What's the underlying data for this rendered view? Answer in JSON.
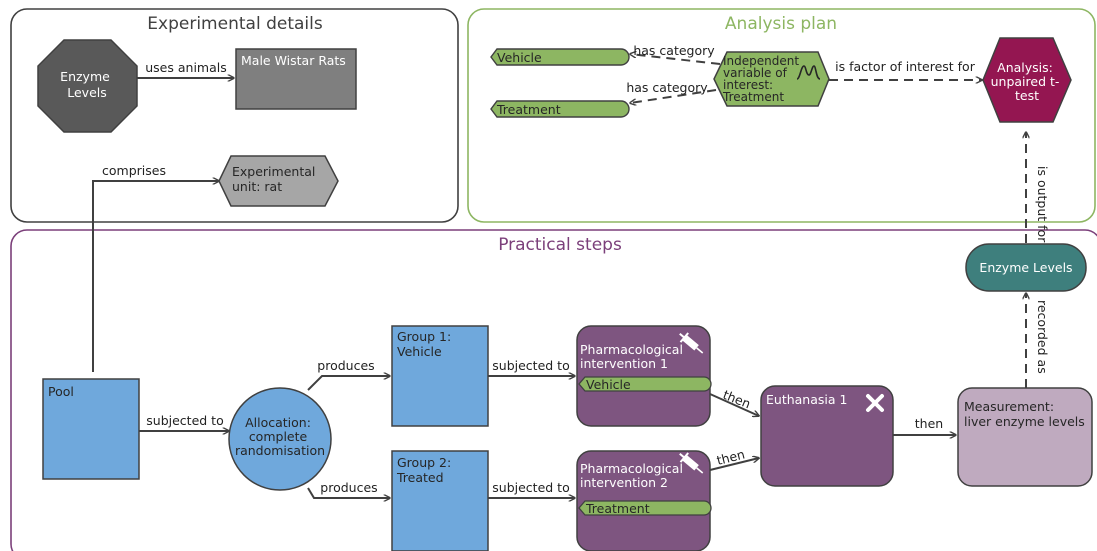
{
  "panels": {
    "experimental": {
      "title": "Experimental details",
      "color": "#404040"
    },
    "analysis": {
      "title": "Analysis plan",
      "color": "#8db662"
    },
    "practical": {
      "title": "Practical steps",
      "color": "#7b3f7a"
    }
  },
  "nodes": {
    "enzyme_levels_variable": [
      "Enzyme",
      "Levels"
    ],
    "male_wistar_rats": "Male Wistar Rats",
    "experimental_unit": [
      "Experimental",
      "unit: rat"
    ],
    "vehicle_category": "Vehicle",
    "treatment_category": "Treatment",
    "independent_variable": [
      "Independent",
      "variable of",
      "interest:",
      "Treatment"
    ],
    "analysis": [
      "Analysis:",
      "unpaired t-",
      "test"
    ],
    "pool": "Pool",
    "allocation": [
      "Allocation:",
      "complete",
      "randomisation"
    ],
    "group1": [
      "Group 1:",
      "Vehicle"
    ],
    "group2": [
      "Group 2:",
      "Treated"
    ],
    "pharm1": [
      "Pharmacological",
      "intervention 1"
    ],
    "pharm1_tag": "Vehicle",
    "pharm2": [
      "Pharmacological",
      "intervention 2"
    ],
    "pharm2_tag": "Treatment",
    "euthanasia": "Euthanasia 1",
    "measurement": [
      "Measurement:",
      "liver enzyme levels"
    ],
    "enzyme_levels_output": "Enzyme Levels"
  },
  "edges": {
    "uses_animals": "uses animals",
    "comprises": "comprises",
    "has_category_1": "has category",
    "has_category_2": "has category",
    "is_factor_of_interest_for": "is factor of interest for",
    "is_output_for": "is output for",
    "recorded_as": "recorded as",
    "subjected_to_pool": "subjected to",
    "produces_1": "produces",
    "produces_2": "produces",
    "subjected_to_g1": "subjected to",
    "subjected_to_g2": "subjected to",
    "then_1": "then",
    "then_2": "then",
    "then_3": "then"
  },
  "colors": {
    "blue_node": "#6fa8dc",
    "purple_node": "#7e5580",
    "green_node": "#8db662",
    "teal_node": "#3e7f7d",
    "magenta_node": "#941651",
    "dark_grey_node": "#595959",
    "grey_node": "#a6a6a6",
    "light_purple_node": "#bfaabf"
  }
}
